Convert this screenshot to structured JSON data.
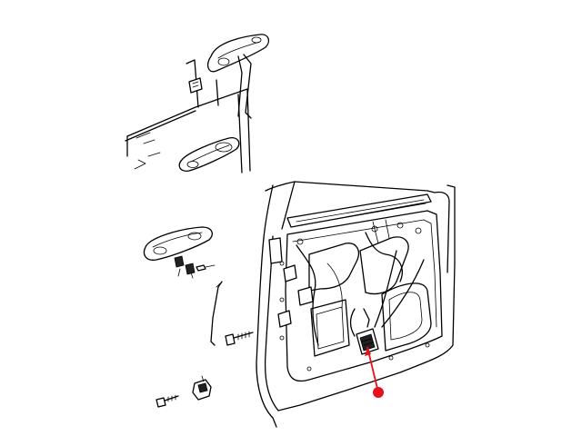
{
  "diagram": {
    "colors": {
      "line": "#000000",
      "background": "#ffffff",
      "callout": "#e8101c"
    },
    "parts": [
      {
        "name": "exterior-door-handle"
      },
      {
        "name": "handle-linkage-rod"
      },
      {
        "name": "door-inner-panel"
      },
      {
        "name": "door-latch-mechanism"
      },
      {
        "name": "mounting-bolt"
      },
      {
        "name": "retaining-clip"
      }
    ],
    "callout": {
      "marker": "filled-dot",
      "target": "door-latch-mechanism"
    }
  }
}
